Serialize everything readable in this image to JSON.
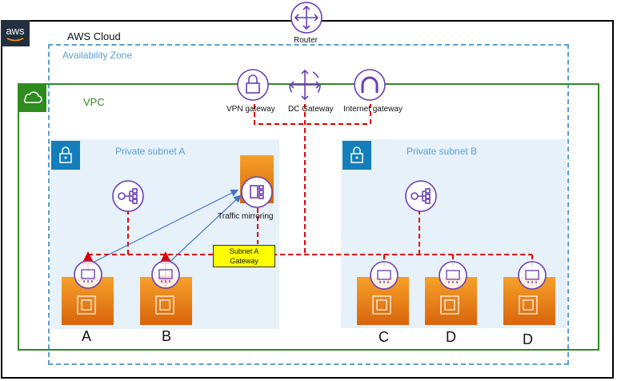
{
  "cloud": {
    "badge": "aws",
    "title": "AWS Cloud"
  },
  "az": {
    "title": "Availability Zone"
  },
  "vpc": {
    "title": "VPC"
  },
  "router": {
    "label": "Router"
  },
  "gateways": {
    "vpn": "VPN gateway",
    "dc": "DC Gateway",
    "internet": "Internet gateway"
  },
  "subnet_a": {
    "title": "Private subnet A"
  },
  "subnet_b": {
    "title": "Private subnet B"
  },
  "traffic_mirroring": {
    "label": "Traffic mirroring"
  },
  "subnet_gateway": {
    "line1": "Subnet  A",
    "line2": "Gateway"
  },
  "instances": [
    "A",
    "B",
    "C",
    "D",
    "D"
  ],
  "colors": {
    "cloud_border": "#000000",
    "az_border": "#5a9fd4",
    "vpc_border": "#2e8b1e",
    "subnet_bg": "#e6f1f9",
    "subnet_icon_bg": "#147eba",
    "purple": "#6a3fb8",
    "orange": "#e8730e",
    "red_line": "#e00000",
    "blue_arrow": "#4472c4",
    "gateway_box": "#ffff00"
  }
}
